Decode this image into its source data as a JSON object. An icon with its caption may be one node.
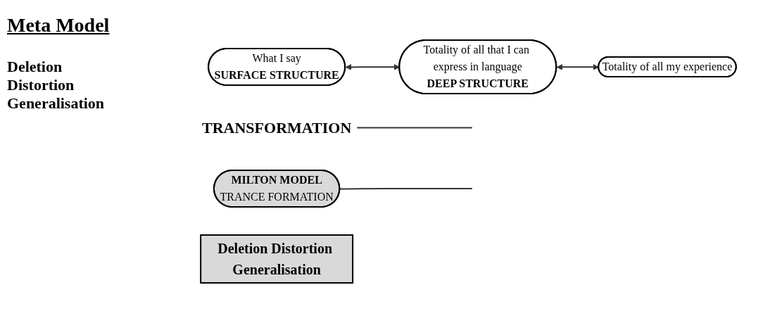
{
  "diagram": {
    "title": "Meta Model",
    "nodes": [
      {
        "text": [
          "What I say",
          "SURFACE STRUCTURE"
        ]
      },
      {
        "text": [
          "TRANSFORMATION"
        ]
      },
      {
        "text": [
          "Totality of all that I can express in language",
          "DEEP STRUCTURE"
        ]
      },
      {
        "text": [
          "MILTON MODEL",
          "TRANCE FORMATION"
        ]
      },
      {
        "text": [
          "Deletion Distortion Generalisation"
        ]
      },
      {
        "text": [
          "Totality of all my experience"
        ]
      }
    ],
    "edges": [
      {
        "from": 0,
        "to": 2,
        "arrow": "both"
      },
      {
        "from": 1,
        "to": null,
        "arrow": "none"
      },
      {
        "from": 2,
        "to": 5,
        "arrow": "both"
      },
      {
        "from": 3,
        "to": null,
        "arrow": "none"
      }
    ],
    "labels": [
      "Deletion Distortion Generalisation"
    ]
  }
}
